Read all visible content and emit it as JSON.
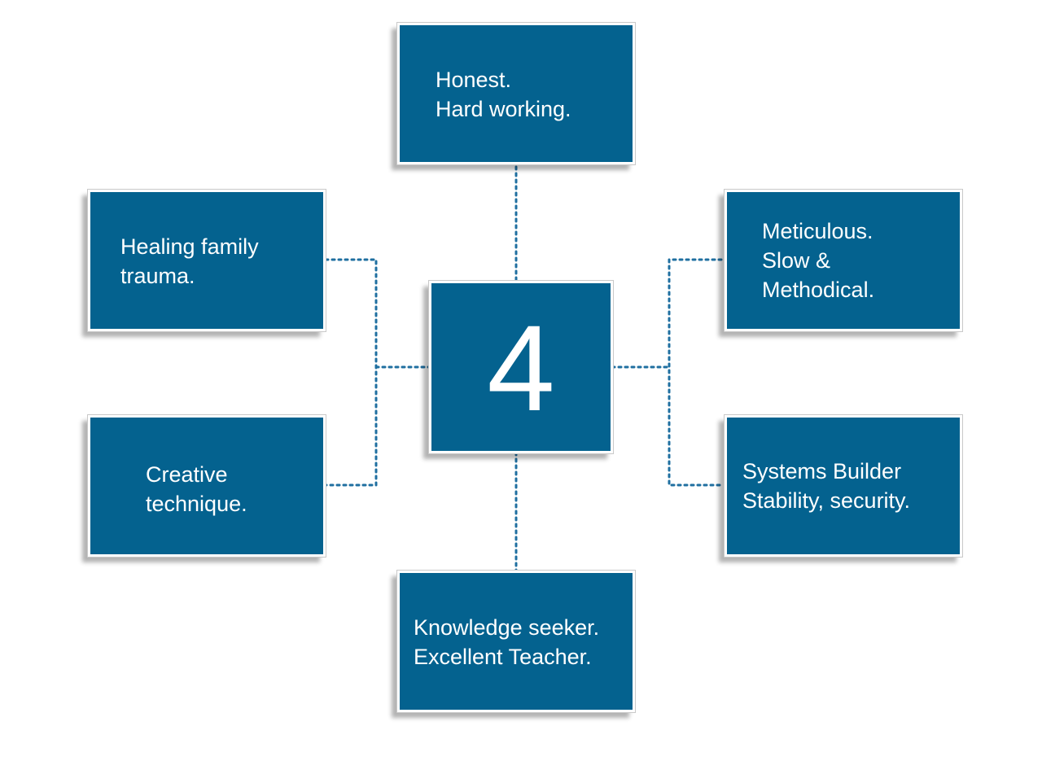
{
  "center": {
    "number": "4",
    "color": "#04628f"
  },
  "nodes": {
    "top": {
      "lines": [
        "Honest.",
        "Hard working."
      ]
    },
    "top_left": {
      "lines": [
        "Healing family",
        "trauma."
      ]
    },
    "bottom_left": {
      "lines": [
        "Creative",
        "technique."
      ]
    },
    "top_right": {
      "lines": [
        "Meticulous.",
        "Slow &",
        "Methodical."
      ]
    },
    "bottom_right": {
      "lines": [
        "Systems Builder",
        "Stability, security."
      ]
    },
    "bottom": {
      "lines": [
        "Knowledge seeker.",
        "Excellent Teacher."
      ]
    }
  },
  "connector_color": "#1f6fa0"
}
